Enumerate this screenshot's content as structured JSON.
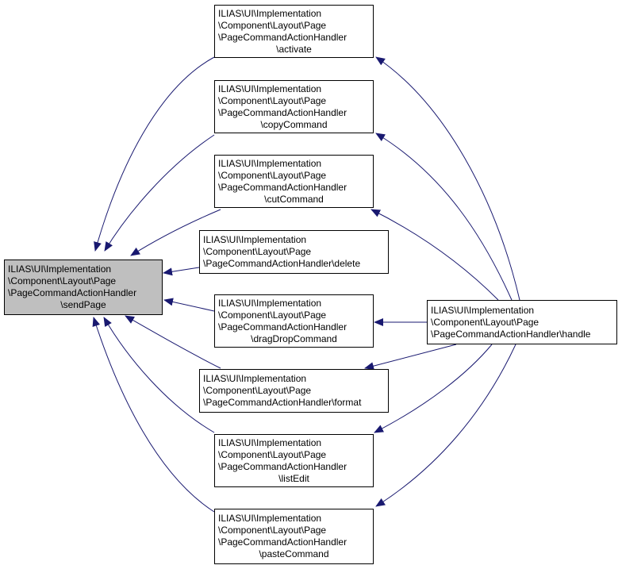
{
  "colors": {
    "edge": "#191970",
    "node_border": "#000000",
    "node_fill": "#ffffff",
    "current_fill": "#bfbfbf"
  },
  "nodes": {
    "sendPage": {
      "lines": [
        "ILIAS\\UI\\Implementation",
        "\\Component\\Layout\\Page",
        "\\PageCommandActionHandler",
        "\\sendPage"
      ]
    },
    "activate": {
      "lines": [
        "ILIAS\\UI\\Implementation",
        "\\Component\\Layout\\Page",
        "\\PageCommandActionHandler",
        "\\activate"
      ]
    },
    "copyCommand": {
      "lines": [
        "ILIAS\\UI\\Implementation",
        "\\Component\\Layout\\Page",
        "\\PageCommandActionHandler",
        "\\copyCommand"
      ]
    },
    "cutCommand": {
      "lines": [
        "ILIAS\\UI\\Implementation",
        "\\Component\\Layout\\Page",
        "\\PageCommandActionHandler",
        "\\cutCommand"
      ]
    },
    "delete": {
      "lines": [
        "ILIAS\\UI\\Implementation",
        "\\Component\\Layout\\Page",
        "\\PageCommandActionHandler\\delete"
      ]
    },
    "dragDropCommand": {
      "lines": [
        "ILIAS\\UI\\Implementation",
        "\\Component\\Layout\\Page",
        "\\PageCommandActionHandler",
        "\\dragDropCommand"
      ]
    },
    "format": {
      "lines": [
        "ILIAS\\UI\\Implementation",
        "\\Component\\Layout\\Page",
        "\\PageCommandActionHandler\\format"
      ]
    },
    "listEdit": {
      "lines": [
        "ILIAS\\UI\\Implementation",
        "\\Component\\Layout\\Page",
        "\\PageCommandActionHandler",
        "\\listEdit"
      ]
    },
    "pasteCommand": {
      "lines": [
        "ILIAS\\UI\\Implementation",
        "\\Component\\Layout\\Page",
        "\\PageCommandActionHandler",
        "\\pasteCommand"
      ]
    },
    "handle": {
      "lines": [
        "ILIAS\\UI\\Implementation",
        "\\Component\\Layout\\Page",
        "\\PageCommandActionHandler\\handle"
      ]
    }
  },
  "edges": [
    {
      "from": "activate",
      "to": "sendPage"
    },
    {
      "from": "copyCommand",
      "to": "sendPage"
    },
    {
      "from": "cutCommand",
      "to": "sendPage"
    },
    {
      "from": "delete",
      "to": "sendPage"
    },
    {
      "from": "dragDropCommand",
      "to": "sendPage"
    },
    {
      "from": "format",
      "to": "sendPage"
    },
    {
      "from": "listEdit",
      "to": "sendPage"
    },
    {
      "from": "pasteCommand",
      "to": "sendPage"
    },
    {
      "from": "handle",
      "to": "activate"
    },
    {
      "from": "handle",
      "to": "copyCommand"
    },
    {
      "from": "handle",
      "to": "cutCommand"
    },
    {
      "from": "handle",
      "to": "dragDropCommand"
    },
    {
      "from": "handle",
      "to": "format"
    },
    {
      "from": "handle",
      "to": "listEdit"
    },
    {
      "from": "handle",
      "to": "pasteCommand"
    }
  ]
}
